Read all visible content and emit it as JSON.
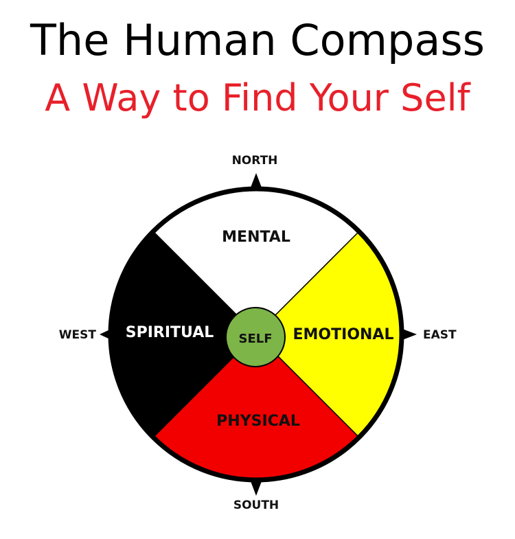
{
  "header": {
    "title": "The Human Compass",
    "subtitle": "A Way to Find Your Self"
  },
  "compass": {
    "directions": {
      "north": "NORTH",
      "south": "SOUTH",
      "east": "EAST",
      "west": "WEST"
    },
    "quadrants": [
      {
        "label": "MENTAL",
        "color": "#ffffff",
        "text_color": "#111111"
      },
      {
        "label": "EMOTIONAL",
        "color": "#ffff00",
        "text_color": "#111111"
      },
      {
        "label": "PHYSICAL",
        "color": "#f20000",
        "text_color": "#111111"
      },
      {
        "label": "SPIRITUAL",
        "color": "#000000",
        "text_color": "#ffffff"
      }
    ],
    "center": {
      "label": "SELF",
      "color": "#7db548"
    }
  }
}
